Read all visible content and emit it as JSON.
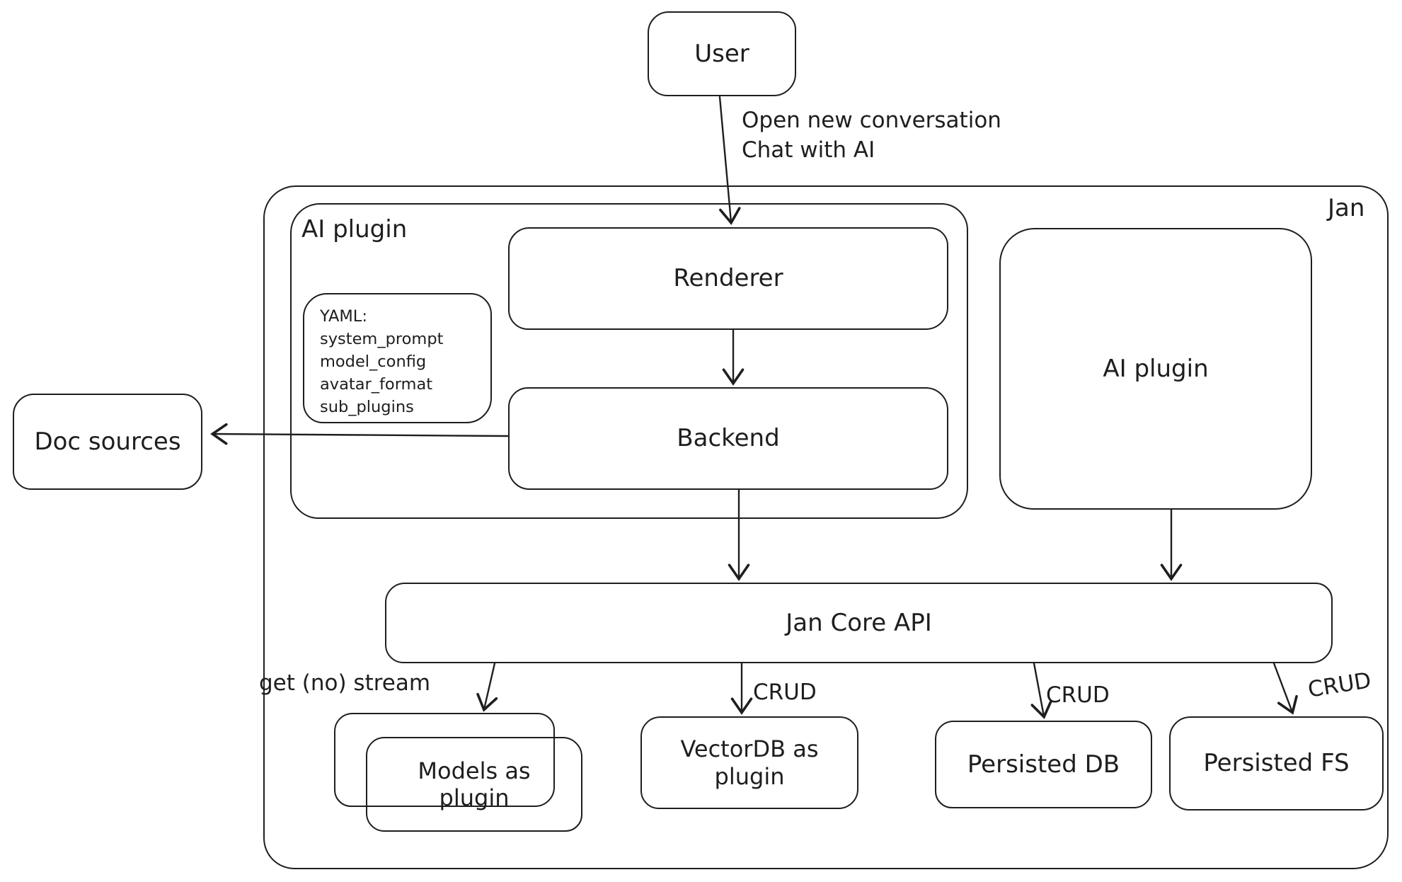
{
  "colors": {
    "stroke": "#1e1e1e",
    "background": "#ffffff"
  },
  "nodes": {
    "user": {
      "label": "User"
    },
    "jan_container": {
      "label": "Jan"
    },
    "ai_plugin_container": {
      "label": "AI plugin"
    },
    "renderer": {
      "label": "Renderer"
    },
    "yaml_note": {
      "lines": [
        "YAML:",
        "system_prompt",
        "model_config",
        "avatar_format",
        "sub_plugins"
      ]
    },
    "backend": {
      "label": "Backend"
    },
    "doc_sources": {
      "label": "Doc sources"
    },
    "ai_plugin_right": {
      "label": "AI plugin"
    },
    "jan_core_api": {
      "label": "Jan Core API"
    },
    "models_as_plugin": {
      "label": "Models as plugin"
    },
    "vectordb_as_plugin": {
      "label": "VectorDB as plugin"
    },
    "persisted_db": {
      "label": "Persisted DB"
    },
    "persisted_fs": {
      "label": "Persisted FS"
    }
  },
  "edges": {
    "user_to_renderer": {
      "label": "Open new conversation\nChat with AI"
    },
    "core_to_models": {
      "label": "get (no) stream"
    },
    "core_to_vectordb": {
      "label": "CRUD"
    },
    "core_to_persisted_db": {
      "label": "CRUD"
    },
    "core_to_persisted_fs": {
      "label": "CRUD"
    }
  }
}
